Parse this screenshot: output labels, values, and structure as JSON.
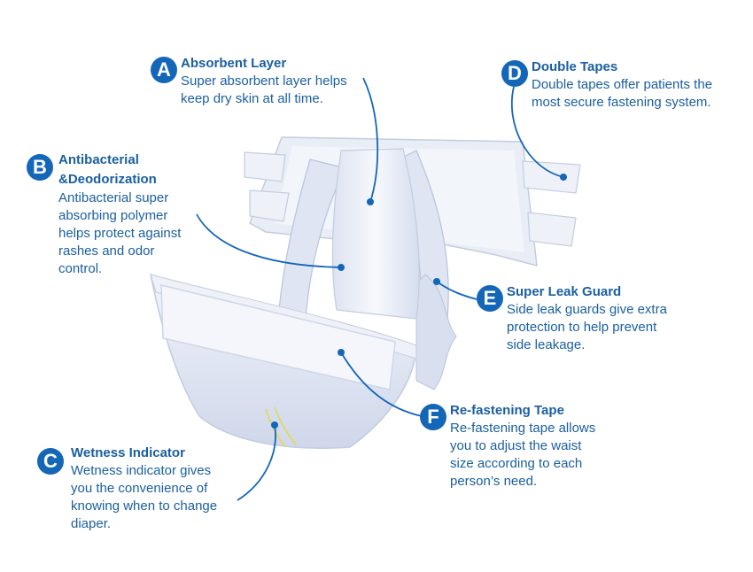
{
  "colors": {
    "accent": "#1467b8",
    "text": "#1a5fa0",
    "diaper_fill": "#e8edf7",
    "diaper_shade": "#c9d2e6",
    "indicator": "#e6d94a"
  },
  "callouts": [
    {
      "letter": "A",
      "title": "Absorbent Layer",
      "desc": "Super absorbent layer helps\nkeep dry skin at all time."
    },
    {
      "letter": "B",
      "title": "Antibacterial\n&Deodorization",
      "desc": "Antibacterial super\nabsorbing polymer\nhelps protect against\nrashes and odor\ncontrol."
    },
    {
      "letter": "C",
      "title": "Wetness Indicator",
      "desc": "Wetness indicator gives\nyou the convenience of\nknowing when to change\ndiaper."
    },
    {
      "letter": "D",
      "title": "Double Tapes",
      "desc": "Double tapes offer patients the\nmost secure fastening system."
    },
    {
      "letter": "E",
      "title": "Super Leak Guard",
      "desc": "Side leak guards give extra\nprotection to help prevent\nside leakage."
    },
    {
      "letter": "F",
      "title": "Re-fastening Tape",
      "desc": "Re-fastening tape allows\nyou to adjust the waist\nsize according to each\nperson’s need."
    }
  ]
}
